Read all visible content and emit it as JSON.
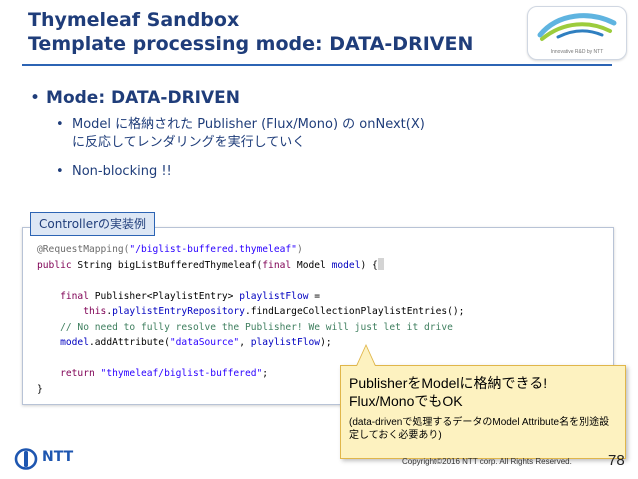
{
  "slide": {
    "title_line1": "Thymeleaf Sandbox",
    "title_line2": "Template processing mode: DATA-DRIVEN",
    "logo_caption": "Innovative R&D by NTT",
    "bullet_main": "Mode: DATA-DRIVEN",
    "bullet_dot": "•",
    "sub1_line1": "Model に格納された Publisher (Flux/Mono) の onNext(X)",
    "sub1_line2": "に反応してレンダリングを実行していく",
    "sub2": "Non-blocking !!",
    "tag": "Controllerの実装例"
  },
  "code": {
    "l1_ann": "@RequestMapping(",
    "l1_str": "\"/biglist-buffered.thymeleaf\"",
    "l1_end": ")",
    "l2_kw": "public",
    "l2_a": " String bigListBufferedThymeleaf(",
    "l2_kw2": "final",
    "l2_b": " Model ",
    "l2_param": "model",
    "l2_end": ") {",
    "l3_kw": "final",
    "l3_a": " Publisher<PlaylistEntry> ",
    "l3_var": "playlistFlow",
    "l3_end": " =",
    "l4_kw": "this",
    "l4_a": ".",
    "l4_fld": "playlistEntryRepository",
    "l4_end": ".findLargeCollectionPlaylistEntries();",
    "l5_com": "// No need to fully resolve the Publisher! We will just let it drive",
    "l6_var": "model",
    "l6_a": ".addAttribute(",
    "l6_str": "\"dataSource\"",
    "l6_b": ", ",
    "l6_var2": "playlistFlow",
    "l6_end": ");",
    "l7_kw": "return",
    "l7_sp": " ",
    "l7_str": "\"thymeleaf/biglist-buffered\"",
    "l7_end": ";",
    "l8": "}"
  },
  "callout": {
    "line1": "PublisherをModelに格納できる!",
    "line2": "Flux/MonoでもOK",
    "line3": "(data-drivenで処理するデータのModel Attribute名を別途設定しておく必要あり)"
  },
  "footer": {
    "ntt": "NTT",
    "copyright": "Copyright©2016  NTT corp. All Rights Reserved.",
    "page": "78"
  },
  "colors": {
    "title": "#1f3d7a",
    "rule": "#2c64b4",
    "callout_bg": "#fdf2c0",
    "ntt_blue": "#1e56b0"
  }
}
